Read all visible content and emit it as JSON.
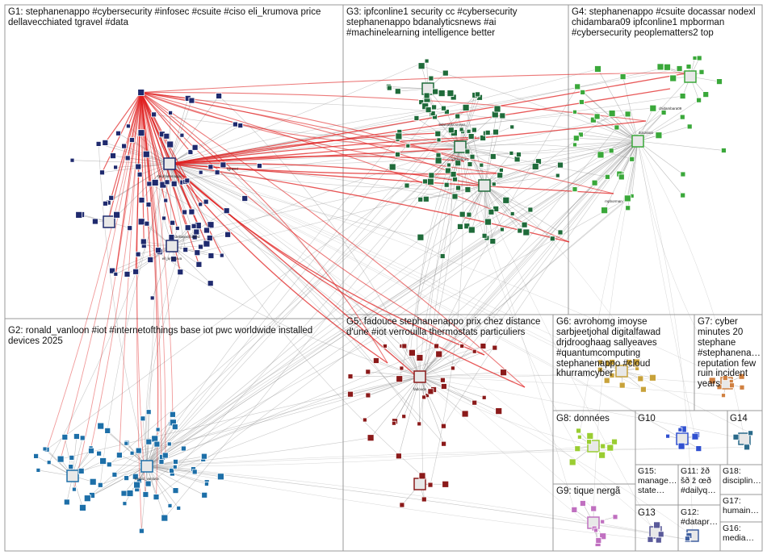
{
  "groups": [
    {
      "id": "G1",
      "label": "G1: stephanenappo #cybersecurity #infosec #csuite #ciso eli_krumova price dellavecchiated tgravel #data",
      "color": "#1f2a6e"
    },
    {
      "id": "G2",
      "label": "G2: ronald_vanloon #iot #internetofthings base iot pwc worldwide installed devices 2025",
      "color": "#1d6fa8"
    },
    {
      "id": "G3",
      "label": "G3: ipfconline1 security cc #cybersecurity stephanenappo bdanalyticsnews #ai #machinelearning intelligence better",
      "color": "#1f6b3a"
    },
    {
      "id": "G4",
      "label": "G4: stephanenappo #csuite docassar nodexl chidambara09 ipfconline1 mpborman #cybersecurity peoplematters2 top",
      "color": "#3aa83a"
    },
    {
      "id": "G5",
      "label": "G5: fadouce stephanenappo prix chez distance d'une #iot verrouilla thermostats particuliers",
      "color": "#8b1a1a"
    },
    {
      "id": "G6",
      "label": "G6: avrohomg imoyse sarbjeetjohal digitalfawad drjdrooghaag sallyeaves #quantumcomputing stephanenappo #cloud khurramcyber",
      "color": "#c8a23a"
    },
    {
      "id": "G7",
      "label": "G7: cyber minutes 20 stephane #stephanena… reputation few ruin incident years",
      "color": "#d08040"
    },
    {
      "id": "G8",
      "label": "G8: données",
      "color": "#9acd32"
    },
    {
      "id": "G9",
      "label": "G9: tique nergã",
      "color": "#c070c0"
    },
    {
      "id": "G10",
      "label": "G10",
      "color": "#3050d0"
    },
    {
      "id": "G11",
      "label": "G11: žð šð ž œð #dailyq…",
      "color": "#404040"
    },
    {
      "id": "G12",
      "label": "G12: #datapr…",
      "color": "#4060a0"
    },
    {
      "id": "G13",
      "label": "G13",
      "color": "#5a5a9a"
    },
    {
      "id": "G14",
      "label": "G14",
      "color": "#2a6a8a"
    },
    {
      "id": "G15",
      "label": "G15: manage… state…",
      "color": "#606060"
    },
    {
      "id": "G16",
      "label": "G16: media…",
      "color": "#606060"
    },
    {
      "id": "G17",
      "label": "G17: humain…",
      "color": "#606060"
    },
    {
      "id": "G18",
      "label": "G18: disciplin…",
      "color": "#606060"
    }
  ],
  "node_labels": {
    "G1": [
      "stephanenappo",
      "eli_krumova",
      "dellavecchiated",
      "tgravel"
    ],
    "G2": [
      "ronald_vanloon"
    ],
    "G3": [
      "ipfconline1",
      "bdanalyticsnews"
    ],
    "G4": [
      "docassar",
      "chidambara09",
      "mpborman"
    ],
    "G5": [
      "fadouce"
    ]
  },
  "colors": {
    "edge_gray": "#8a8a8a",
    "edge_red": "#e02020",
    "box_border": "#9a9a9a",
    "background": "#ffffff"
  }
}
